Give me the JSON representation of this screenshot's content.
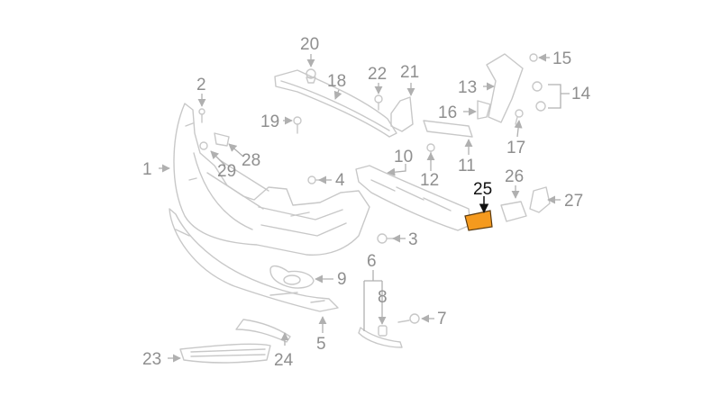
{
  "diagram": {
    "highlight_color": "#f59a1e",
    "callouts": [
      "1",
      "2",
      "3",
      "4",
      "5",
      "6",
      "7",
      "8",
      "9",
      "10",
      "11",
      "12",
      "13",
      "14",
      "15",
      "16",
      "17",
      "18",
      "19",
      "20",
      "21",
      "22",
      "23",
      "24",
      "25",
      "26",
      "27",
      "28",
      "29"
    ],
    "highlighted_callout": "25"
  }
}
